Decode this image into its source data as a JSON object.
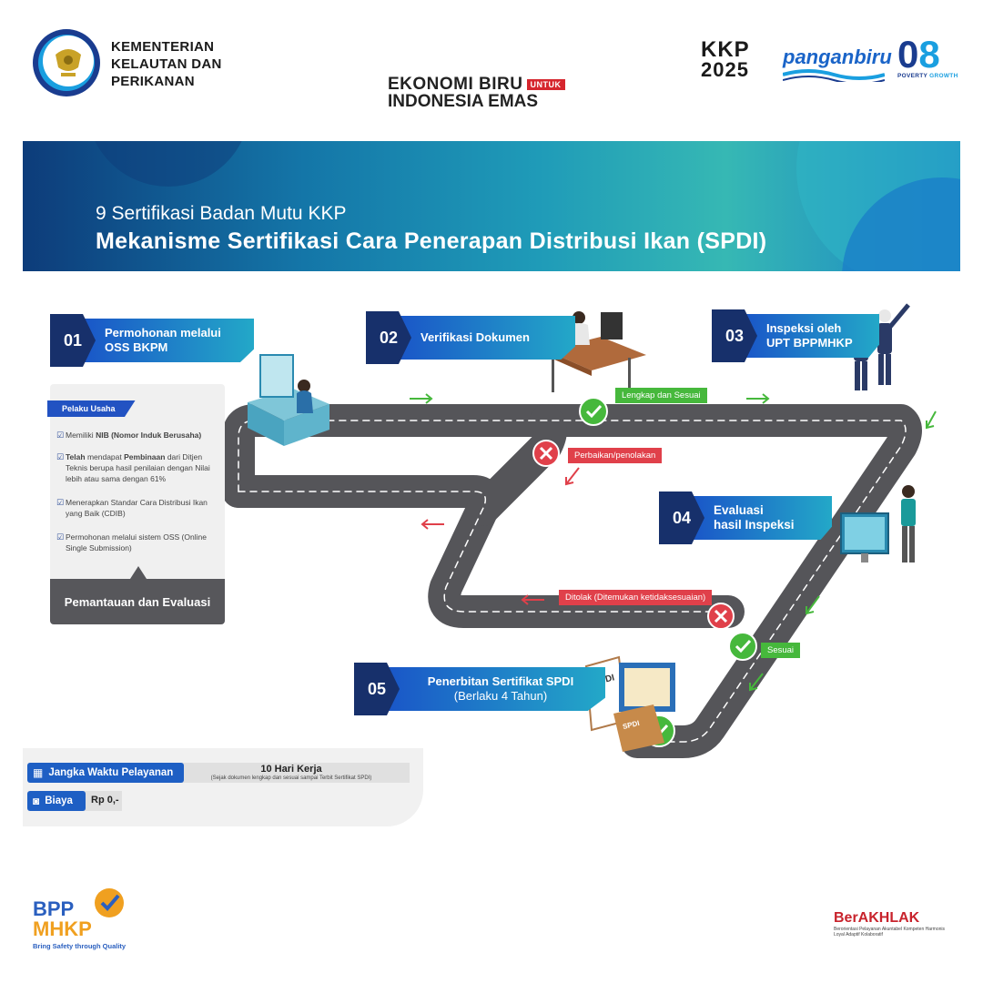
{
  "header": {
    "ministry_name_lines": [
      "KEMENTERIAN",
      "KELAUTAN DAN",
      "PERIKANAN"
    ],
    "tagline_line1": "EKONOMI BIRU",
    "tagline_untuk": "UNTUK",
    "tagline_line2": "INDONESIA EMAS",
    "kkp2025_line1": "KKP",
    "kkp2025_line2": "2025",
    "panganbiru": "panganbiru",
    "zero8_left": "0",
    "zero8_right": "8",
    "zero8_sub_left": "POVERTY",
    "zero8_sub_right": "GROWTH"
  },
  "banner": {
    "subtitle": "9 Sertifikasi Badan Mutu KKP",
    "title": "Mekanisme Sertifikasi Cara Penerapan Distribusi Ikan (SPDI)"
  },
  "steps": [
    {
      "num": "01",
      "line1": "Permohonan melalui",
      "line2": "OSS BKPM"
    },
    {
      "num": "02",
      "line1": "Verifikasi Dokumen",
      "line2": ""
    },
    {
      "num": "03",
      "line1": "Inspeksi oleh",
      "line2": "UPT BPPMHKP"
    },
    {
      "num": "04",
      "line1": "Evaluasi",
      "line2": "hasil Inspeksi"
    },
    {
      "num": "05",
      "line1": "Penerbitan Sertifikat SPDI",
      "line2": "(Berlaku 4 Tahun)"
    }
  ],
  "panel": {
    "tag": "Pelaku Usaha",
    "criteria": [
      {
        "pre": "Memiliki ",
        "bold": "NIB (Nomor Induk Berusaha)",
        "post": ""
      },
      {
        "pre": "",
        "bold": "Telah",
        "post": " mendapat ",
        "bold2": "Pembinaan",
        "post2": " dari Ditjen Teknis berupa hasil penilaian dengan Nilai lebih atau sama dengan 61%"
      },
      {
        "pre": "Menerapkan Standar Cara Distribusi Ikan yang Baik (CDIB)",
        "bold": "",
        "post": ""
      },
      {
        "pre": "Permohonan melalui sistem OSS (Online Single Submission)",
        "bold": "",
        "post": ""
      }
    ],
    "footer": "Pemantauan dan Evaluasi"
  },
  "road_tags": {
    "lengkap": "Lengkap dan Sesuai",
    "perbaikan": "Perbaikan/penolakan",
    "ditolak": "Ditolak (Ditemukan ketidaksesuaian)",
    "sesuai": "Sesuai"
  },
  "documents": {
    "spdi_doc": "SPDI",
    "spdi_folder": "SPDI"
  },
  "info": {
    "jangka_label": "Jangka Waktu Pelayanan",
    "jangka_value": "10 Hari Kerja",
    "jangka_note": "(Sejak dokumen lengkap dan sesuai sampai Terbit Sertifikat SPDI)",
    "biaya_label": "Biaya",
    "biaya_value": "Rp 0,-"
  },
  "footer": {
    "bpp_line1": "BPP",
    "bpp_line2": "MHKP",
    "bpp_slogan": "Bring Safety through Quality",
    "berakhlak": "BerAKHLAK",
    "berakhlak_sub": "Berorientasi Pelayanan Akuntabel Kompeten Harmonis Loyal Adaptif Kolaboratif"
  },
  "colors": {
    "navy": "#17306b",
    "blue": "#1a56c8",
    "green": "#46b83c",
    "red": "#e0404a",
    "road": "#555559"
  }
}
